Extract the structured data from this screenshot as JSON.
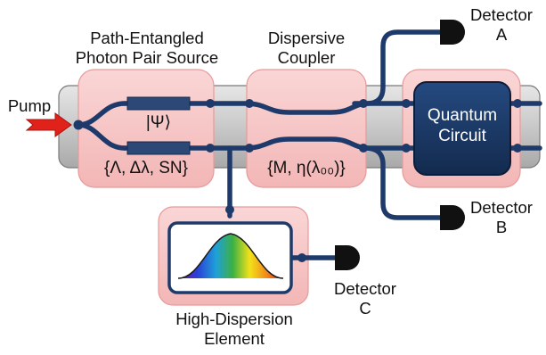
{
  "labels": {
    "source_line1": "Path-Entangled",
    "source_line2": "Photon Pair Source",
    "coupler_line1": "Dispersive",
    "coupler_line2": "Coupler",
    "detector_a_line1": "Detector",
    "detector_a_line2": "A",
    "detector_b_line1": "Detector",
    "detector_b_line2": "B",
    "detector_c_line1": "Detector",
    "detector_c_line2": "C",
    "pump": "Pump",
    "psi": "|Ψ⟩",
    "source_params": "{Λ, Δλ, SN}",
    "coupler_params": "{M, η(λ₀₀)}",
    "quantum_line1": "Quantum",
    "quantum_line2": "Circuit",
    "hde_line1": "High-Dispersion",
    "hde_line2": "Element"
  },
  "colors": {
    "waveguide": "#1e3a6b",
    "pink_box": "#f7c9c9",
    "chip": "#cfcfcf",
    "quantum_box": "#1c3966",
    "pump_arrow": "#e0221a"
  }
}
